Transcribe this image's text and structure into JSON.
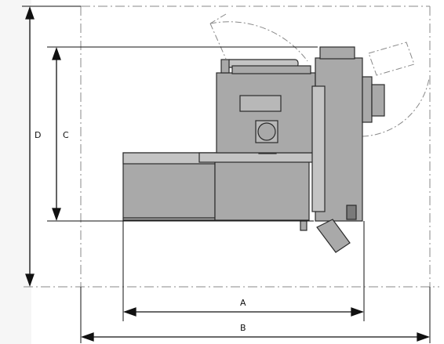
{
  "dimension_labels": {
    "a": "A",
    "b": "B",
    "c": "C",
    "d": "D"
  },
  "colors": {
    "machine_fill": "#a9a9a9",
    "machine_fill_light": "#c4c4c4",
    "outline": "#2b2b2b",
    "dash_line": "#8a8a8a",
    "dimension_line": "#111111",
    "background": "#ffffff"
  }
}
